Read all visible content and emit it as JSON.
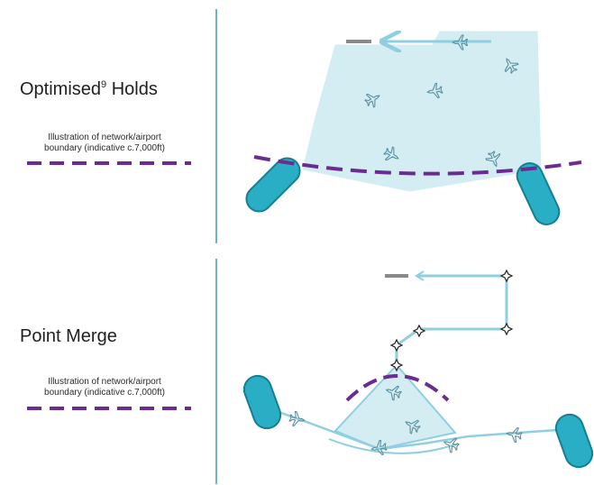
{
  "panels": [
    {
      "title_text": "Optimised",
      "title_sup": "9",
      "title_suffix": " Holds",
      "legend_line1": "Illustration of network/airport",
      "legend_line2": "boundary (indicative c.7,000ft)"
    },
    {
      "title_text": "Point Merge",
      "legend_line1": "Illustration of network/airport",
      "legend_line2": "boundary (indicative c.7,000ft)"
    }
  ],
  "colors": {
    "area_fill": "#d3edf3",
    "area_stroke": "#a9dbe6",
    "route_line": "#8fcfdf",
    "hold_fill": "#2aaec5",
    "hold_stroke": "#157f92",
    "boundary_dash": "#6a2c91",
    "aircraft_icon": "#5a8fa0",
    "divider": "#6fb2c9",
    "gray_bar": "#8a8a8a"
  },
  "icons": {
    "aircraft": "aircraft-icon",
    "waypoint": "waypoint-icon"
  }
}
